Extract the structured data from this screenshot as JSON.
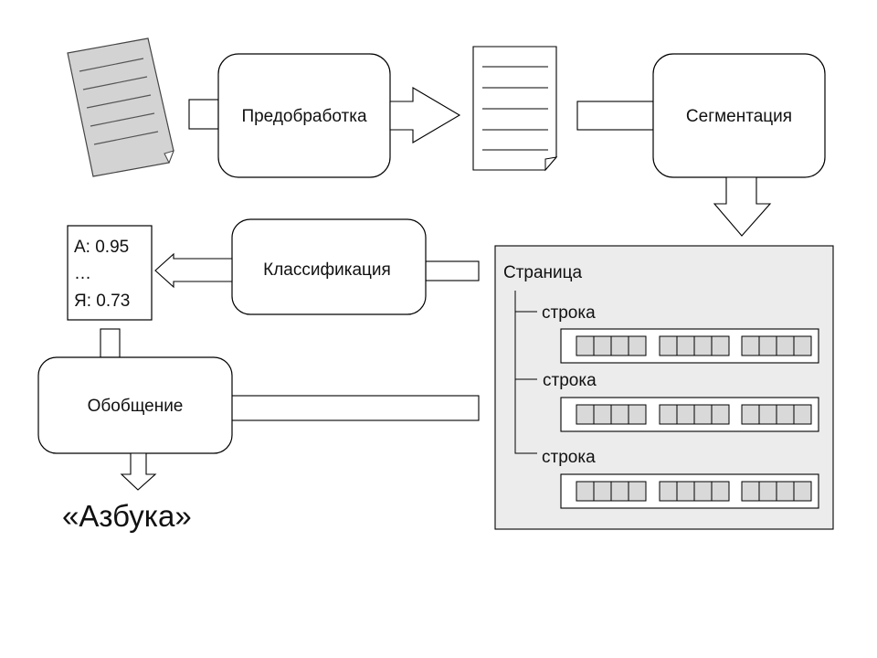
{
  "stages": {
    "preprocessing": "Предобработка",
    "segmentation": "Сегментация",
    "classification": "Классификация",
    "generalization": "Обобщение"
  },
  "scores": {
    "line1": "А: 0.95",
    "line2": "…",
    "line3": "Я: 0.73"
  },
  "page": {
    "title": "Страница",
    "rows": [
      {
        "label": "строка"
      },
      {
        "label": "строка"
      },
      {
        "label": "строка"
      }
    ]
  },
  "result": "«Азбука»",
  "colors": {
    "panel_fill": "#ececec",
    "cell_fill": "#d9d9d9",
    "document_fill": "#d3d3d3",
    "stroke": "#000000"
  }
}
